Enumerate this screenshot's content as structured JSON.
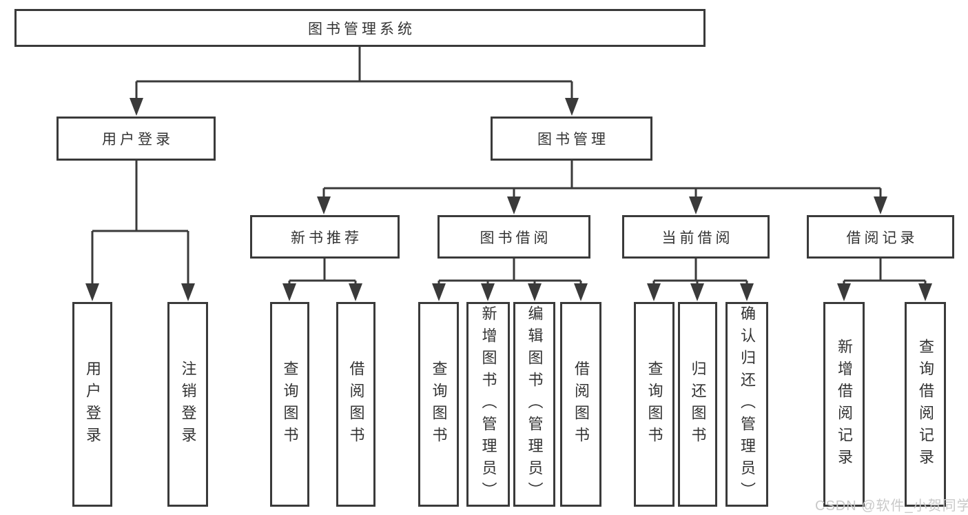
{
  "diagram": {
    "type": "hierarchy-tree",
    "title": "图书管理系统",
    "watermark": "CSDN @软件_小贺同学",
    "colors": {
      "line": "#3a3a3a",
      "text": "#333333",
      "background": "#ffffff",
      "watermark": "#c9c9c9"
    },
    "nodes": {
      "root": "图书管理系统",
      "user_login": "用户登录",
      "book_mgmt": "图书管理",
      "new_book_rec": "新书推荐",
      "book_borrow": "图书借阅",
      "current_borrow": "当前借阅",
      "borrow_record": "借阅记录",
      "leaf_user_login": "用户登录",
      "leaf_logout": "注销登录",
      "leaf_rec_query_book": "查询图书",
      "leaf_rec_borrow_book": "借阅图书",
      "leaf_bor_query_book": "查询图书",
      "leaf_bor_add_book": "新增图书（管理员）",
      "leaf_bor_edit_book": "编辑图书（管理员）",
      "leaf_bor_borrow_book": "借阅图书",
      "leaf_cur_query_book": "查询图书",
      "leaf_cur_return_book": "归还图书",
      "leaf_cur_confirm_return": "确认归还（管理员）",
      "leaf_rcd_add_record": "新增借阅记录",
      "leaf_rcd_query_record": "查询借阅记录"
    },
    "hierarchy": {
      "图书管理系统": {
        "用户登录": [
          "用户登录",
          "注销登录"
        ],
        "图书管理": {
          "新书推荐": [
            "查询图书",
            "借阅图书"
          ],
          "图书借阅": [
            "查询图书",
            "新增图书（管理员）",
            "编辑图书（管理员）",
            "借阅图书"
          ],
          "当前借阅": [
            "查询图书",
            "归还图书",
            "确认归还（管理员）"
          ],
          "借阅记录": [
            "新增借阅记录",
            "查询借阅记录"
          ]
        }
      }
    }
  }
}
